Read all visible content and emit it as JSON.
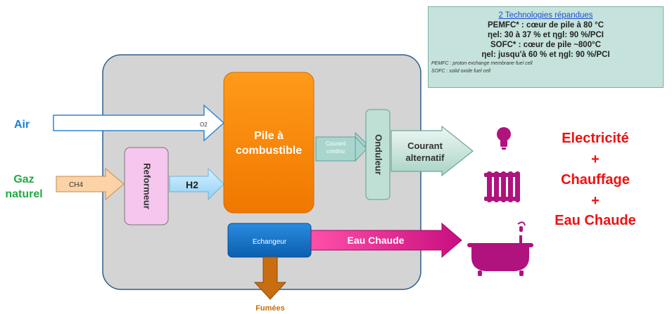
{
  "info_box": {
    "title": "2 Technologies répandues",
    "line1": "PEMFC* : cœur de pile à 80 °C",
    "line2": "ηel: 30 à 37 % et ηgl: 90 %/PCI",
    "line3": "SOFC* : cœur de pile ~800°C",
    "line4": "ηel: jusqu'à 60 % et ηgl: 90 %/PCI",
    "foot1": "PEMFC : proton exchange membrane fuel cell",
    "foot2": "SOFC : solid oxide fuel cell"
  },
  "inputs": {
    "air": "Air",
    "gas_line1": "Gaz",
    "gas_line2": "naturel",
    "o2": "O2",
    "ch4": "CH4",
    "h2": "H2"
  },
  "blocks": {
    "reformer": "Reformeur",
    "fuel_cell_line1": "Pile à",
    "fuel_cell_line2": "combustible",
    "dc_line1": "Courant",
    "dc_line2": "continu",
    "inverter": "Onduleur",
    "ac_line1": "Courant",
    "ac_line2": "alternatif",
    "exchanger": "Echangeur",
    "hot_water_arrow": "Eau Chaude",
    "exhaust": "Fumées"
  },
  "outputs": {
    "electricity": "Electricité",
    "plus1": "+",
    "heating": "Chauffage",
    "plus2": "+",
    "hot_water": "Eau Chaude"
  },
  "colors": {
    "accent_output": "#ee1111",
    "air_label": "#1a7fd6",
    "gas_label": "#22aa44",
    "fuel_cell": "#ff8a00",
    "icons": "#b0127e"
  }
}
